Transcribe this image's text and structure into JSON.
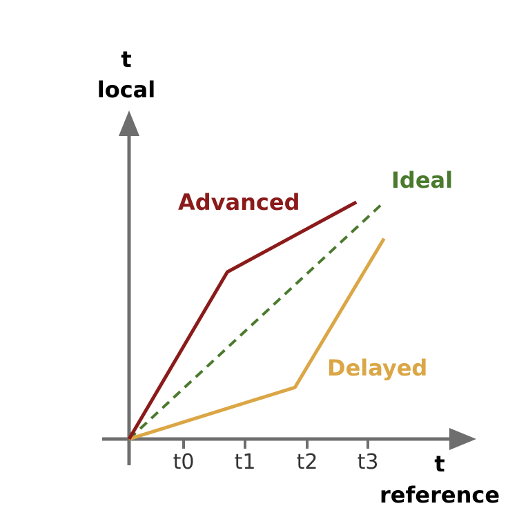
{
  "chart_data": {
    "type": "line",
    "y_axis_label": {
      "line1": "t",
      "line2": "local"
    },
    "x_axis_label": {
      "line1": "t",
      "line2": "reference"
    },
    "ticks": [
      "t0",
      "t1",
      "t2",
      "t3"
    ],
    "grid": false,
    "series": [
      {
        "key": "advanced",
        "name": "Advanced",
        "color": "#8b1a1a",
        "style": "solid",
        "points": [
          [
            0,
            0
          ],
          [
            1.6,
            2.75
          ],
          [
            3.7,
            3.9
          ]
        ]
      },
      {
        "key": "ideal",
        "name": "Ideal",
        "color": "#4b7a2e",
        "style": "dashed",
        "points": [
          [
            0,
            0
          ],
          [
            4.15,
            3.9
          ]
        ]
      },
      {
        "key": "delayed",
        "name": "Delayed",
        "color": "#dba645",
        "style": "solid",
        "points": [
          [
            0,
            0
          ],
          [
            2.7,
            0.85
          ],
          [
            4.15,
            3.3
          ]
        ]
      }
    ]
  },
  "colors": {
    "axis": "#6e6e6e"
  }
}
